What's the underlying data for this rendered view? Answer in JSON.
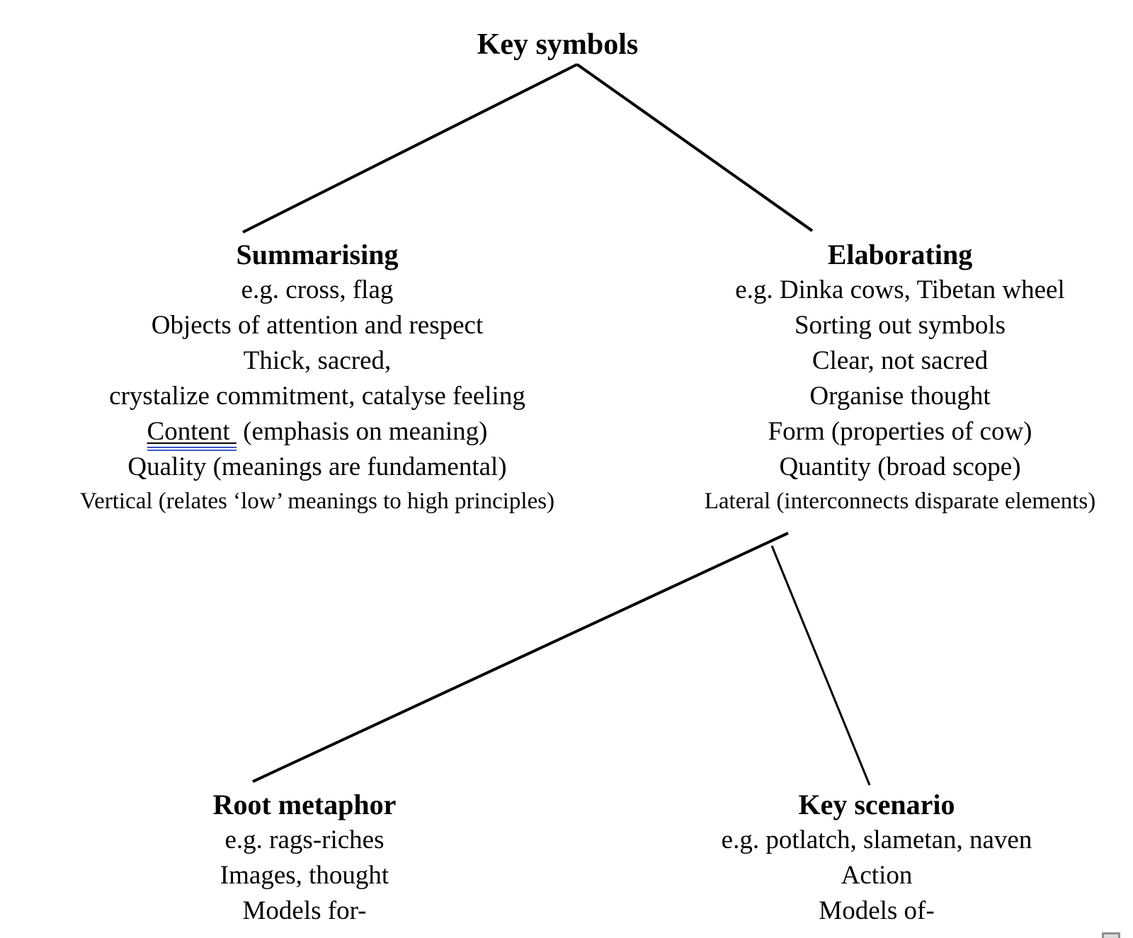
{
  "tree": {
    "root": {
      "label": "Key symbols"
    },
    "branches": {
      "summarising": {
        "heading": "Summarising",
        "lines": [
          "e.g. cross, flag",
          "Objects of attention and respect",
          "Thick, sacred,",
          "crystalize commitment, catalyse feeling"
        ],
        "content_line": {
          "underlined_text": "Content ",
          "trailing_text": " (emphasis on meaning)"
        },
        "quality_line": "Quality (meanings are fundamental)",
        "small_line": "Vertical (relates ‘low’ meanings to high principles)"
      },
      "elaborating": {
        "heading": "Elaborating",
        "lines": [
          "e.g. Dinka cows, Tibetan wheel",
          "Sorting out symbols",
          "Clear, not sacred",
          "Organise thought",
          "Form (properties of cow)",
          "Quantity (broad scope)"
        ],
        "small_line": "Lateral (interconnects disparate elements)"
      },
      "root_metaphor": {
        "heading": "Root metaphor",
        "lines": [
          "e.g. rags-riches",
          "Images, thought",
          "Models for-"
        ]
      },
      "key_scenario": {
        "heading": "Key scenario",
        "lines": [
          "e.g. potlatch, slametan, naven",
          "Action",
          "Models of-"
        ]
      }
    },
    "colors": {
      "text": "#000000",
      "connector": "#000000",
      "grammar_underline": "#3a55cc",
      "artifact_border": "#8f8f8f"
    }
  }
}
